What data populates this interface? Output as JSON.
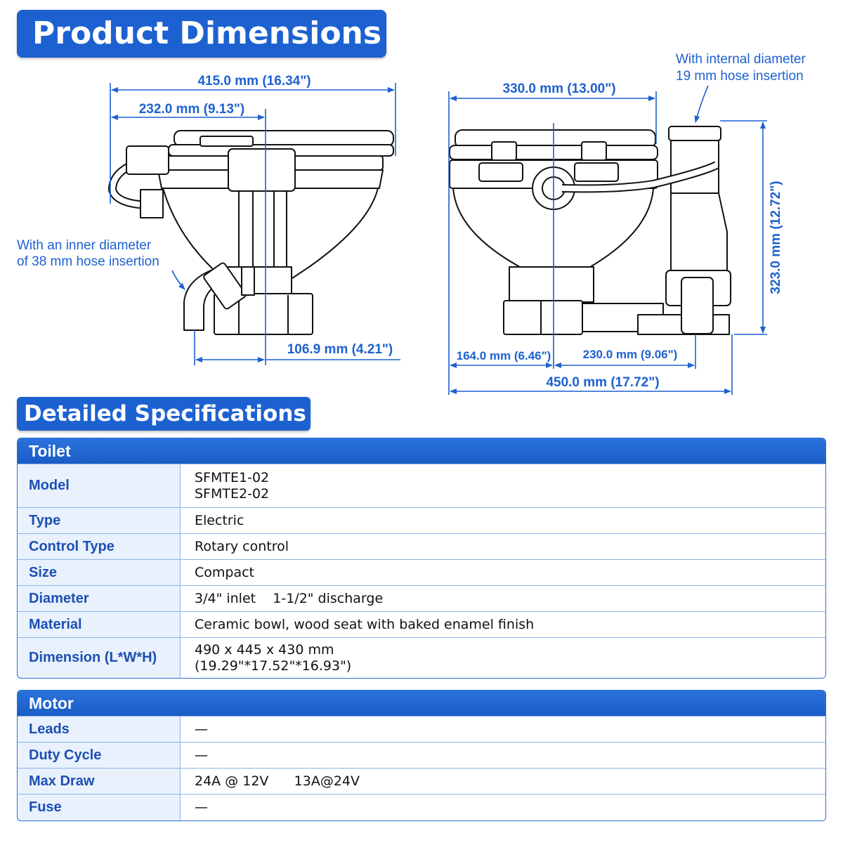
{
  "page": {
    "title": "Product Dimensions",
    "specs_title": "Detailed Specifications"
  },
  "drawings": {
    "side_view": {
      "overall_width": "415.0 mm (16.34\")",
      "partial_width": "232.0 mm (9.13\")",
      "outlet_offset": "106.9 mm (4.21\")",
      "hose_note_line1": "With an inner diameter",
      "hose_note_line2": "of 38 mm hose insertion"
    },
    "front_view": {
      "top_width": "330.0 mm (13.00\")",
      "height": "323.0 mm (12.72\")",
      "left_offset": "164.0 mm (6.46\")",
      "right_offset": "230.0 mm (9.06\")",
      "overall_width": "450.0 mm (17.72\")",
      "inlet_note_line1": "With internal diameter",
      "inlet_note_line2": "19 mm hose insertion"
    }
  },
  "toilet_table": {
    "header": "Toilet",
    "rows": [
      {
        "label": "Model",
        "value_line1": "SFMTE1-02",
        "value_line2": "SFMTE2-02"
      },
      {
        "label": "Type",
        "value_line1": "Electric"
      },
      {
        "label": "Control Type",
        "value_line1": "Rotary control"
      },
      {
        "label": "Size",
        "value_line1": "Compact"
      },
      {
        "label": "Diameter",
        "value_line1": "3/4\" inlet    1-1/2\" discharge"
      },
      {
        "label": "Material",
        "value_line1": "Ceramic bowl, wood seat with baked enamel finish"
      },
      {
        "label": "Dimension (L*W*H)",
        "value_line1": "490 x 445 x 430 mm",
        "value_line2": "(19.29\"*17.52\"*16.93\")"
      }
    ]
  },
  "motor_table": {
    "header": "Motor",
    "rows": [
      {
        "label": "Leads",
        "value_line1": "—"
      },
      {
        "label": "Duty Cycle",
        "value_line1": "—"
      },
      {
        "label": "Max Draw",
        "value_line1": "24A @ 12V      13A@24V"
      },
      {
        "label": "Fuse",
        "value_line1": "—"
      }
    ]
  },
  "colors": {
    "brand_blue": "#1d61d1",
    "label_blue": "#1d4fb3",
    "row_background": "#e8f1fc"
  }
}
